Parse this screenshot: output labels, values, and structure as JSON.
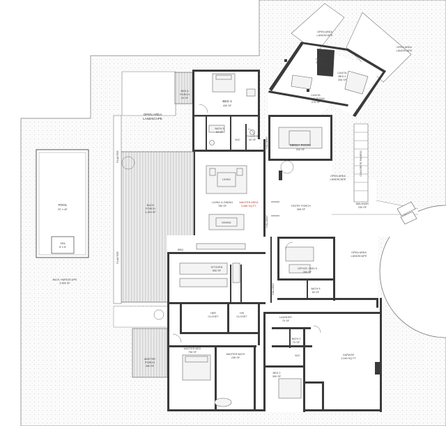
{
  "plan": {
    "rooms": [
      {
        "id": "open-area-landscape-ne",
        "name": "OPEN AREA",
        "sub": "LANDSCAPE",
        "area": ""
      },
      {
        "id": "open-area-landscape-ne2",
        "name": "OPEN AREA",
        "sub": "LANDSCAPE",
        "area": ""
      },
      {
        "id": "casita-bath",
        "name": "CASITA",
        "sub": "BATH 4",
        "area": "75 SF"
      },
      {
        "id": "casita-bed",
        "name": "CASITA",
        "sub": "BED 4",
        "area": "255 SF"
      },
      {
        "id": "casita-living",
        "name": "CASITA",
        "sub": "LIVING ROOM",
        "area": "275 SF"
      },
      {
        "id": "bed3-porch",
        "name": "BED 3",
        "sub": "PORCH",
        "area": "20 SF"
      },
      {
        "id": "bed3",
        "name": "BED 3",
        "sub": "",
        "area": "430 SF"
      },
      {
        "id": "open-area-landscape-n",
        "name": "OPEN AREA",
        "sub": "LANDSCAPE",
        "area": ""
      },
      {
        "id": "bath3",
        "name": "BATH 3",
        "sub": "",
        "area": "90 SF"
      },
      {
        "id": "powder",
        "name": "POWDER",
        "sub": "",
        "area": "40 SF"
      },
      {
        "id": "wc",
        "name": "W/C",
        "sub": "",
        "area": ""
      },
      {
        "id": "media",
        "name": "MEDIA ROOM",
        "sub": "",
        "area": "310 SF"
      },
      {
        "id": "pool",
        "name": "POOL",
        "sub": "20' x 40'",
        "area": ""
      },
      {
        "id": "spa",
        "name": "SPA",
        "sub": "8' x 8'",
        "area": ""
      },
      {
        "id": "back-porch",
        "name": "BACK",
        "sub": "PORCH",
        "area": "1,260 SF"
      },
      {
        "id": "living",
        "name": "LIVING",
        "sub": "",
        "area": ""
      },
      {
        "id": "living-dining",
        "name": "LIVING & DINING",
        "sub": "",
        "area": "780 SF"
      },
      {
        "id": "dining",
        "name": "DINING",
        "sub": "",
        "area": ""
      },
      {
        "id": "open-area-landscape-e",
        "name": "OPEN AREA",
        "sub": "LANDSCAPE",
        "area": ""
      },
      {
        "id": "entry-porch",
        "name": "ENTRY PORCH",
        "sub": "",
        "area": "308 SF"
      },
      {
        "id": "walkway",
        "name": "WALKWAY",
        "sub": "",
        "area": "230 SF"
      },
      {
        "id": "open-area-landscape-se",
        "name": "OPEN AREA",
        "sub": "LANDSCAPE",
        "area": ""
      },
      {
        "id": "kitchen",
        "name": "KITCHEN",
        "sub": "",
        "area": "550 SF"
      },
      {
        "id": "office",
        "name": "OFFICE / BED 5",
        "sub": "",
        "area": "300 SF"
      },
      {
        "id": "bath5",
        "name": "BATH 5",
        "sub": "",
        "area": "60 SF"
      },
      {
        "id": "back-hardscape",
        "name": "BACK HARDSCAPE",
        "sub": "",
        "area": "3,555 SF"
      },
      {
        "id": "her-closet",
        "name": "HER",
        "sub": "CLOSET",
        "area": ""
      },
      {
        "id": "his-closet",
        "name": "HIS",
        "sub": "CLOSET",
        "area": ""
      },
      {
        "id": "laundry",
        "name": "LAUNDRY",
        "sub": "",
        "area": "70 SF"
      },
      {
        "id": "bath2",
        "name": "BATH 2",
        "sub": "",
        "area": "70 SF"
      },
      {
        "id": "wc2",
        "name": "W/C",
        "sub": "",
        "area": ""
      },
      {
        "id": "garage",
        "name": "GARAGE",
        "sub": "",
        "area": "1,046 SQ FT"
      },
      {
        "id": "master-bed",
        "name": "MASTER BED",
        "sub": "",
        "area": "706 SF"
      },
      {
        "id": "master-bath",
        "name": "MASTER BATH",
        "sub": "",
        "area": "236 SF"
      },
      {
        "id": "master-porch",
        "name": "MASTER",
        "sub": "PORCH",
        "area": "300 SF"
      },
      {
        "id": "bed2",
        "name": "BED 2",
        "sub": "",
        "area": "390 SF"
      }
    ],
    "vertical_labels": {
      "planter_top": "PLANTER",
      "planter_bottom": "PLANTER",
      "hallway_n": "HALLWAY",
      "hallway_mid": "HALLWAY",
      "hallway_s": "HALLWAY",
      "concrete_pavers": "CONCRETE PAVERS"
    },
    "small_labels": {
      "bbq": "BBQ",
      "master_area_line1": "MASTER AREA",
      "master_area_line2": "3,486 SQ.FT."
    },
    "colors": {
      "wall": "#3a3a3a",
      "accent_red": "#c0392b",
      "landscape_dots": "#bdbdbd"
    }
  }
}
